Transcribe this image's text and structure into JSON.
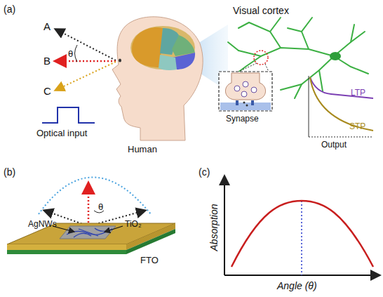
{
  "diagram": {
    "labels": [
      "(a)",
      "A",
      "B",
      "C",
      "θ",
      "Optical input",
      "Human",
      "Visual cortex",
      "Synapse",
      "LTP",
      "STP",
      "Output",
      "(b)",
      "AgNWs",
      "TiO₂",
      "θ",
      "FTO",
      "(c)",
      "Absorption",
      "Angle (θ)"
    ]
  }
}
